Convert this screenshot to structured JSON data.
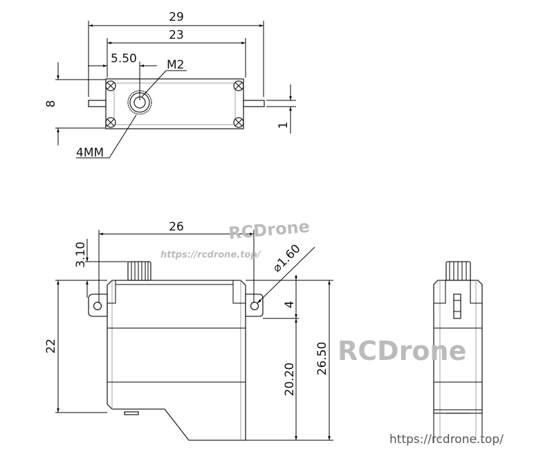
{
  "top_view": {
    "dim_overall": "29",
    "dim_mount": "23",
    "dim_offset": "5.50",
    "label_thread": "M2",
    "dim_height": "8",
    "dim_tab": "1",
    "label_spline": "4MM"
  },
  "front_view": {
    "dim_mount": "26",
    "dim_spline_height": "3.10",
    "dim_body_height": "22",
    "dim_hole": "⌀1.60",
    "dim_flange": "4",
    "dim_lower": "20.20",
    "dim_total": "26.50"
  },
  "watermarks": {
    "brand": "RCDrone",
    "url": "https://rcdrone.top/"
  }
}
